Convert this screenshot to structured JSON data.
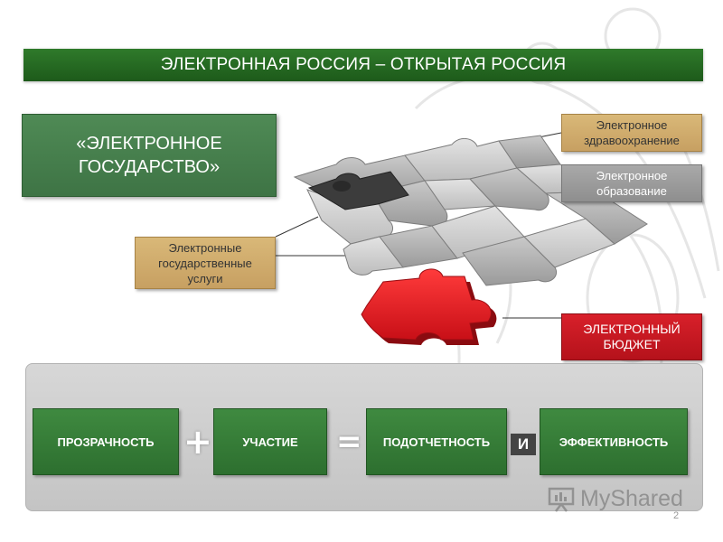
{
  "title": "ЭЛЕКТРОННАЯ РОССИЯ – ОТКРЫТАЯ РОССИЯ",
  "main_box": "«ЭЛЕКТРОННОЕ\nГОСУДАРСТВО»",
  "tags": {
    "health": "Электронное\nздравоохранение",
    "education": "Электронное\nобразование",
    "gosuslugi": "Электронные\nгосударственные\nуслуги",
    "budget": "ЭЛЕКТРОННЫЙ\nБЮДЖЕТ"
  },
  "equation": {
    "term1": "ПРОЗРАЧНОСТЬ",
    "plus": "+",
    "term2": "УЧАСТИЕ",
    "equals": "=",
    "term3": "ПОДОТЧЕТНОСТЬ",
    "conj": "И",
    "term4": "ЭФФЕКТИВНОСТЬ"
  },
  "watermark": "MyShared",
  "page_number": "2",
  "colors": {
    "green_title": "#2f7a2b",
    "green_box": "#4f8a55",
    "gold_tag": "#d9b878",
    "grey_tag": "#9c9c9c",
    "red_tag": "#d8202a",
    "red_piece": "#e0161f"
  },
  "icons": [
    "puzzle-graphic",
    "emblem-background",
    "myshared-logo-icon"
  ]
}
